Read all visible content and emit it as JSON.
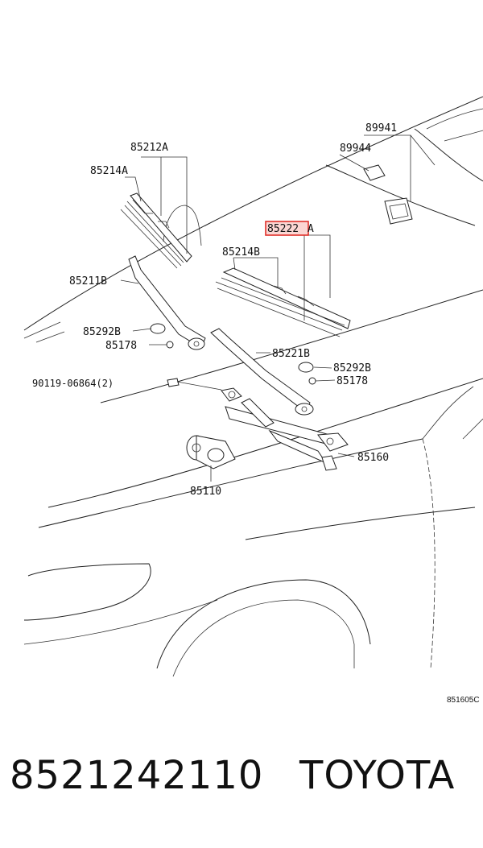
{
  "diagram": {
    "labels": {
      "p89941": "89941",
      "p89944": "89944",
      "p85212A": "85212A",
      "p85214A": "85214A",
      "p85222A_code": "85222",
      "p85222A_suffix": "A",
      "p85214B": "85214B",
      "p85211B": "85211B",
      "p85292B_left": "85292B",
      "p85178_left": "85178",
      "p85221B": "85221B",
      "p85292B_right": "85292B",
      "p85178_right": "85178",
      "p90119": "90119-06864(2)",
      "p85160": "85160",
      "p85110": "85110"
    },
    "diagram_code": "851605C",
    "highlight_color": "#e0302a"
  },
  "footer": {
    "part_number": "8521242110",
    "brand": "TOYOTA"
  }
}
